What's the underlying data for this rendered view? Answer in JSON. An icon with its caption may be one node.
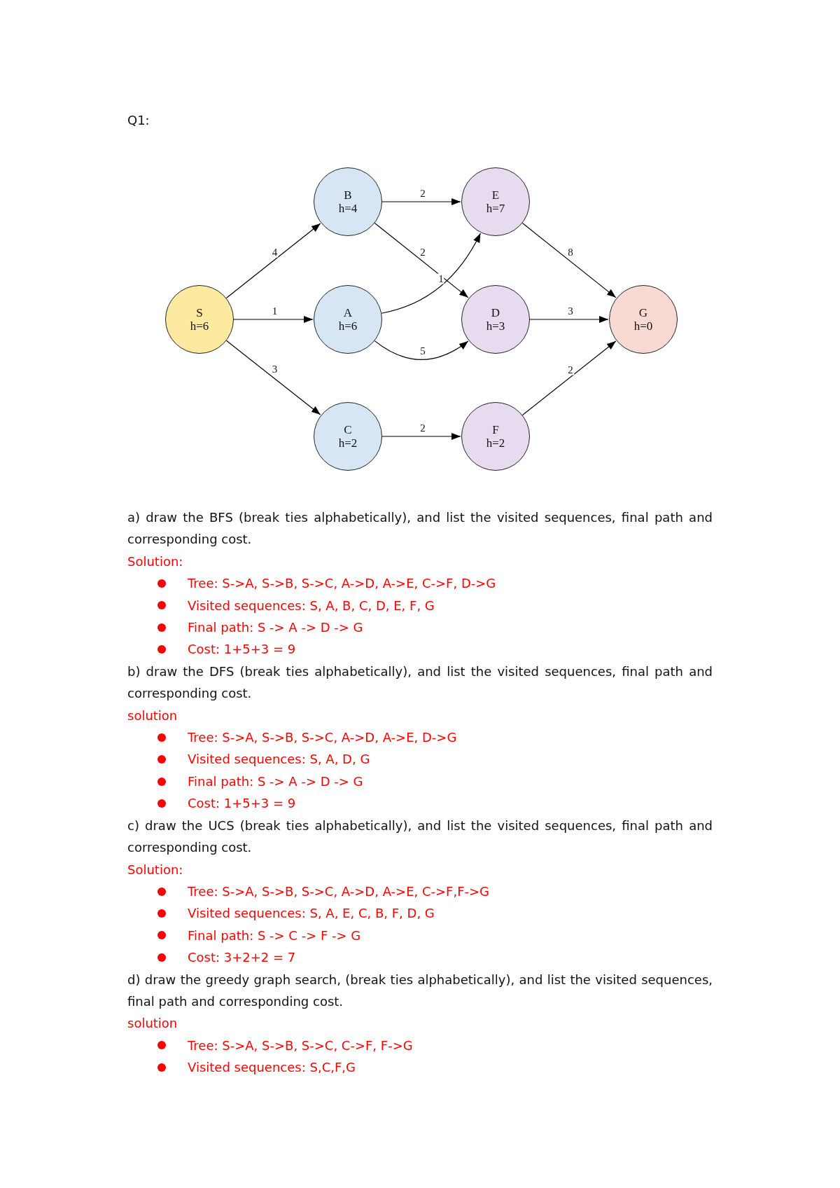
{
  "diagram": {
    "nodes": [
      {
        "text": [
          "S",
          "h=6"
        ]
      },
      {
        "text": [
          "B",
          "h=4"
        ]
      },
      {
        "text": [
          "A",
          "h=6"
        ]
      },
      {
        "text": [
          "C",
          "h=2"
        ]
      },
      {
        "text": [
          "E",
          "h=7"
        ]
      },
      {
        "text": [
          "D",
          "h=3"
        ]
      },
      {
        "text": [
          "F",
          "h=2"
        ]
      },
      {
        "text": [
          "G",
          "h=0"
        ]
      }
    ],
    "edges": [
      {
        "from": 0,
        "to": 1,
        "arrow": "to",
        "label": "4"
      },
      {
        "from": 0,
        "to": 2,
        "arrow": "to",
        "label": "1"
      },
      {
        "from": 0,
        "to": 3,
        "arrow": "to",
        "label": "3"
      },
      {
        "from": 1,
        "to": 4,
        "arrow": "to",
        "label": "2"
      },
      {
        "from": 1,
        "to": 5,
        "arrow": "to",
        "label": "2"
      },
      {
        "from": 2,
        "to": 4,
        "arrow": "to",
        "label": "1"
      },
      {
        "from": 2,
        "to": 5,
        "arrow": "to",
        "label": "5"
      },
      {
        "from": 3,
        "to": 6,
        "arrow": "to",
        "label": "2"
      },
      {
        "from": 4,
        "to": 7,
        "arrow": "to",
        "label": "8"
      },
      {
        "from": 5,
        "to": 7,
        "arrow": "to",
        "label": "3"
      },
      {
        "from": 6,
        "to": 7,
        "arrow": "to",
        "label": "2"
      }
    ],
    "labels": [
      "Q1:",
      "a) draw the BFS (break ties alphabetically), and list the visited sequences, final path and corresponding cost.",
      "Solution:",
      "Tree: S->A, S->B, S->C, A->D, A->E, C->F, D->G",
      "Visited sequences: S, A, B, C, D, E, F, G",
      "Final path: S -> A -> D -> G",
      "Cost: 1+5+3 = 9",
      "b) draw the DFS (break ties alphabetically), and list the visited sequences, final path and corresponding cost.",
      "solution",
      "Tree: S->A, S->B, S->C, A->D, A->E, D->G",
      "Visited sequences: S, A, D, G",
      "Final path: S -> A -> D -> G",
      "Cost: 1+5+3 = 9",
      "c) draw the UCS (break ties alphabetically), and list the visited sequences, final path and corresponding cost.",
      "Solution:",
      "Tree: S->A, S->B, S->C, A->D, A->E, C->F,F->G",
      "Visited sequences: S, A, E, C, B, F, D, G",
      "Final path: S -> C -> F -> G",
      "Cost: 3+2+2 = 7",
      "d) draw the greedy graph search, (break ties alphabetically), and list the visited sequences, final path and corresponding cost.",
      "solution",
      "Tree: S->A, S->B, S->C, C->F, F->G",
      "Visited sequences: S,C,F,G"
    ]
  }
}
